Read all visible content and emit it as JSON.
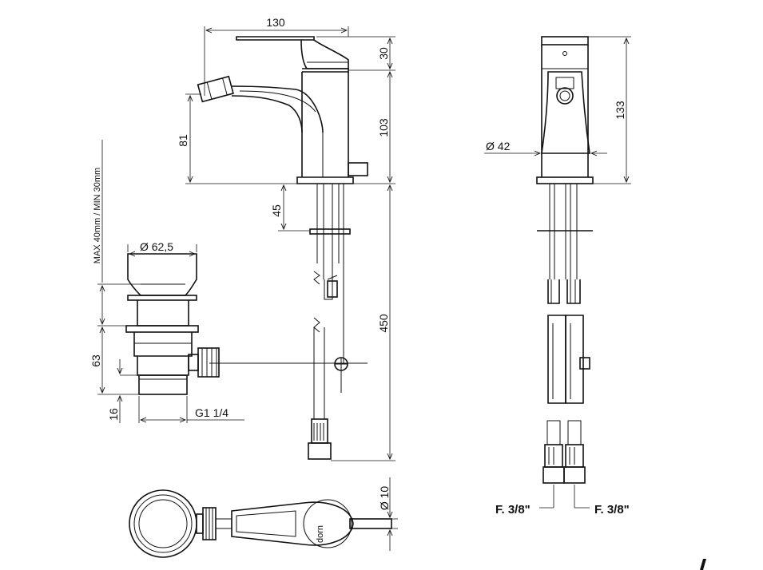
{
  "dimensions": {
    "width_130": "130",
    "height_30": "30",
    "height_103": "103",
    "height_81": "81",
    "height_45": "45",
    "height_450": "450",
    "height_133": "133",
    "diameter_42": "Ø  42",
    "diameter_62_5": "Ø 62,5",
    "drain_range": "MAX 40mm / MIN 30mm",
    "height_63": "63",
    "height_16": "16",
    "thread_g": "G1 1/4",
    "diameter_10": "Ø  10",
    "hose_left": "F. 3/8\"",
    "hose_right": "F. 3/8\""
  },
  "logo_text": "dorn"
}
